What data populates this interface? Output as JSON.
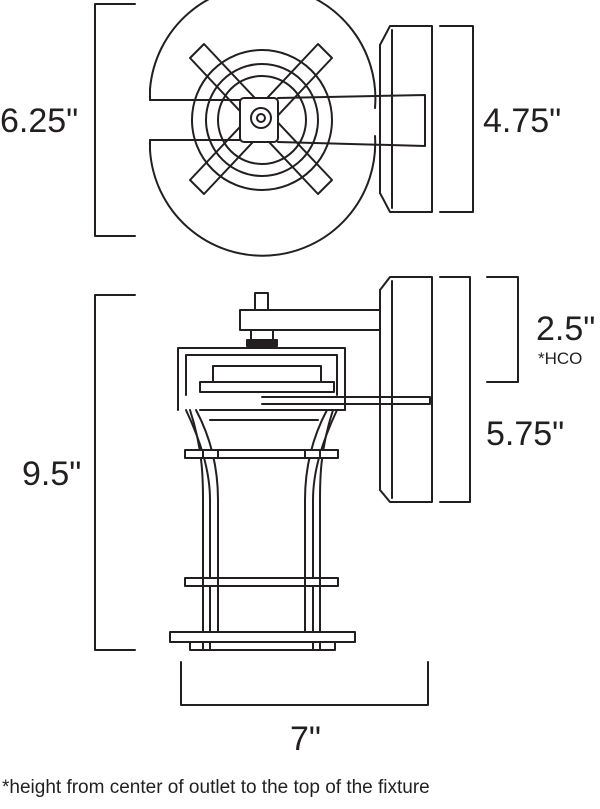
{
  "dimensions": {
    "top_view_height": "6.25\"",
    "backplate_height": "4.75\"",
    "overall_height": "9.5\"",
    "hco": "2.5\"",
    "hco_note": "*HCO",
    "backplate_front_height": "5.75\"",
    "width": "7\""
  },
  "footnote": "*height from center of outlet to the top of the fixture",
  "colors": {
    "line": "#231f20",
    "background": "#ffffff"
  }
}
